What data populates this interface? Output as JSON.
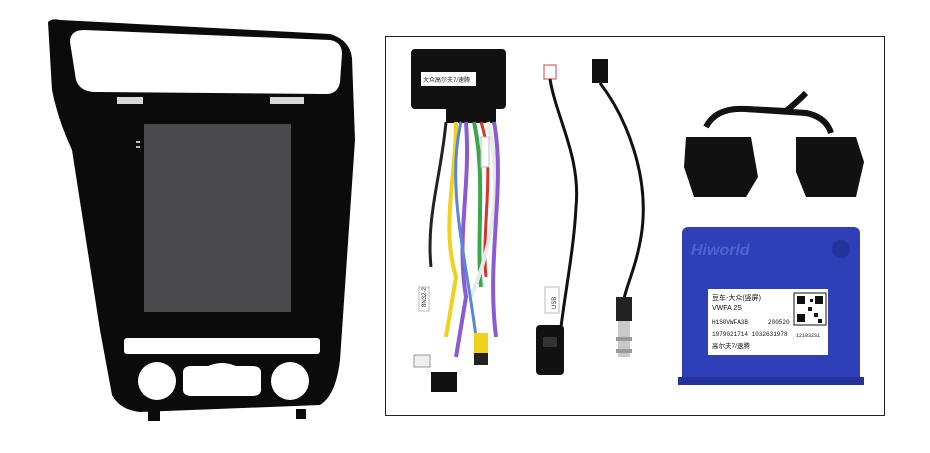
{
  "colors": {
    "bezel": "#0b0b0c",
    "screen": "#4a4a4c",
    "decoder_blue": "#2f3fb8",
    "wire_yellow": "#f2d11c",
    "wire_purple": "#8a5bd1",
    "wire_green": "#39a84a",
    "wire_red": "#d8332c",
    "wire_white": "#e9e9e9"
  },
  "decoder": {
    "brand": "Hiworld",
    "line1": "豆车-大众(竖屏)",
    "line2": "VWFA 2S",
    "line3_left": "H1S0VWFA3B",
    "line3_right": "200520",
    "line4": "1979021714 1032631978",
    "line5": "高尔夫7/速腾",
    "qr_code_text": "121032S1"
  },
  "harness_label": "大众高尔夫7/速腾",
  "tag_left": "8N32-2",
  "tag_usb": "USB"
}
